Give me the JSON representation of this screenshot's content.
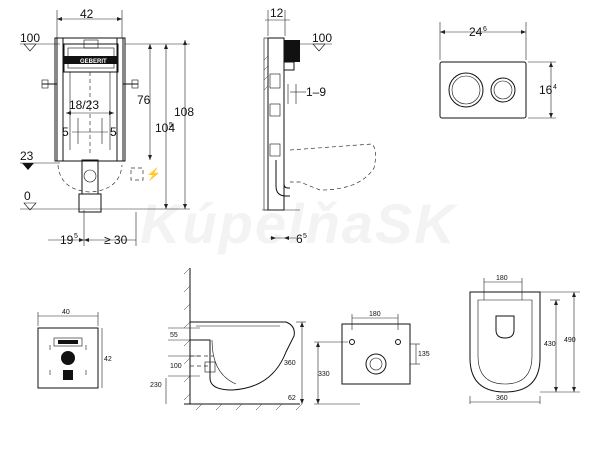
{
  "watermark": "KúpelňaSK",
  "frame_front": {
    "width_label": "42",
    "top_level_label": "100",
    "height_label": "76",
    "height2_label": "104",
    "height2_sup": "5",
    "total_height_label": "108",
    "bracket_label": "18/23",
    "offset_left_label": "5",
    "offset_right_label": "5",
    "drain_level_label": "23",
    "floor_label": "0",
    "bottom_left_label": "19",
    "bottom_left_sup": "5",
    "bottom_right_label": "≥ 30",
    "brand": "GEBERIT"
  },
  "frame_side": {
    "top_label": "12",
    "level_label": "100",
    "range_label": "1–9",
    "bottom_label": "6",
    "bottom_sup": "5"
  },
  "flush_plate": {
    "width_label": "24",
    "width_sup": "6",
    "height_label": "16",
    "height_sup": "4"
  },
  "small_panel": {
    "width_label": "40",
    "height_label": "42"
  },
  "toilet_side": {
    "label_55": "55",
    "label_100": "100",
    "label_230": "230",
    "label_360": "360",
    "label_62": "62"
  },
  "toilet_rear": {
    "width_label": "180",
    "height_label": "135",
    "floor_label": "330"
  },
  "toilet_top": {
    "top_label": "180",
    "depth_label": "430",
    "total_label": "490",
    "width_label": "360"
  }
}
